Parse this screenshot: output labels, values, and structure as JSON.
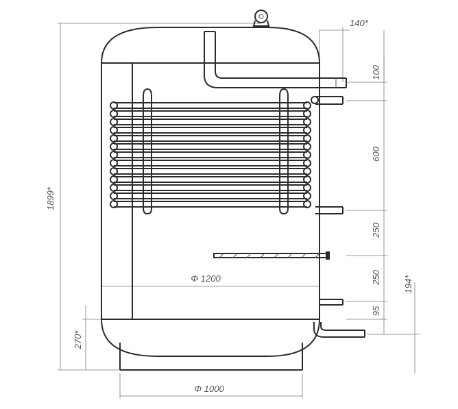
{
  "dimensions": {
    "total_height": "1899*",
    "top_offset": "140*",
    "d100": "100",
    "d600": "600",
    "d250a": "250",
    "d250b": "250",
    "d95": "95",
    "d194": "194*",
    "bottom_height": "270*",
    "diameter_tank": "Φ 1200",
    "diameter_base": "Φ 1000"
  },
  "colors": {
    "line": "#2b2b2b",
    "dimension": "#7a7a7a",
    "background": "#ffffff"
  }
}
